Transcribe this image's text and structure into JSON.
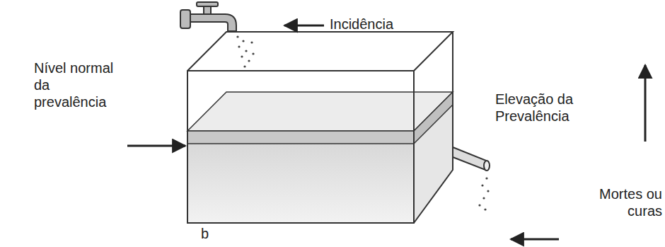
{
  "diagram": {
    "labels": [
      "Incidência",
      "Nível normal da prevalência",
      "Elevação da Prevalência",
      "Mortes ou curas",
      "b"
    ]
  }
}
